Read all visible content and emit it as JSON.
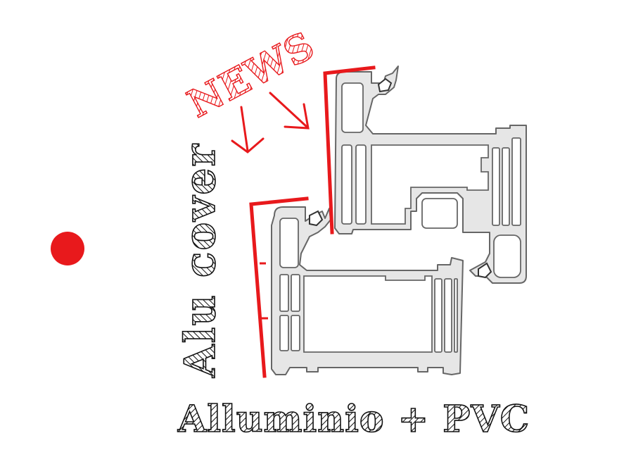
{
  "labels": {
    "news": "NEWS",
    "vertical": "Alu cover",
    "bottom": "Alluminio + PVC"
  },
  "colors": {
    "accent_red": "#e8191c",
    "profile_fill": "#e6e6e6",
    "profile_stroke": "#666666",
    "text_dark": "#111111",
    "background": "#ffffff"
  },
  "icons": {
    "marker": "red-dot-icon",
    "arrows": "arrow-down-icon"
  }
}
